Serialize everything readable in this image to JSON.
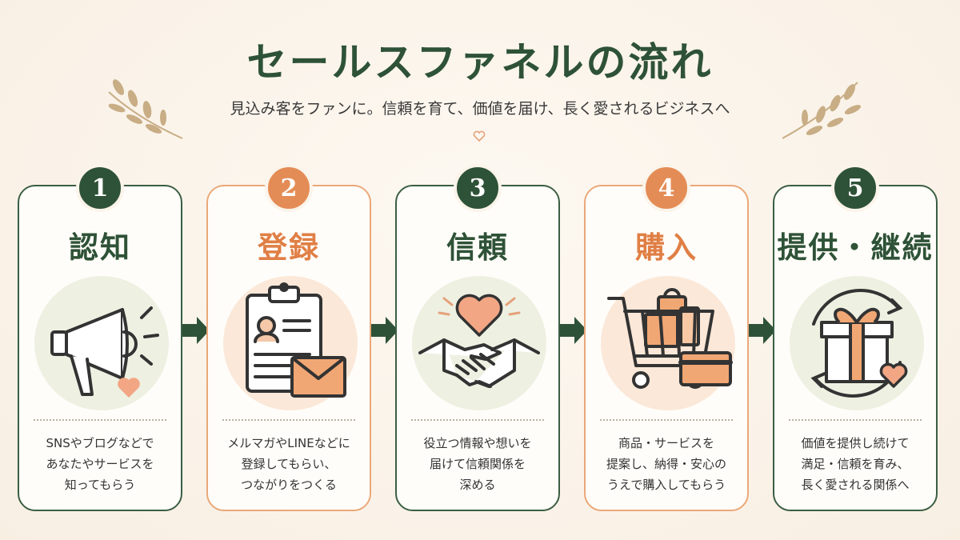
{
  "header": {
    "title": "セールスファネルの流れ",
    "subtitle": "見込み客をファンに。信頼を育て、価値を届け、長く愛されるビジネスへ"
  },
  "colors": {
    "green": "#2e5237",
    "orange": "#e48c55",
    "light_green_circle": "#eef0e2",
    "light_orange_circle": "#fbe8d8"
  },
  "steps": [
    {
      "number": "1",
      "title": "認知",
      "icon": "megaphone-icon",
      "theme": "green",
      "desc": [
        "SNSやブログなどで",
        "あなたやサービスを",
        "知ってもらう"
      ]
    },
    {
      "number": "2",
      "title": "登録",
      "icon": "clipboard-envelope-icon",
      "theme": "orange",
      "desc": [
        "メルマガやLINEなどに",
        "登録してもらい、",
        "つながりをつくる"
      ]
    },
    {
      "number": "3",
      "title": "信頼",
      "icon": "handshake-heart-icon",
      "theme": "green",
      "desc": [
        "役立つ情報や想いを",
        "届けて信頼関係を",
        "深める"
      ]
    },
    {
      "number": "4",
      "title": "購入",
      "icon": "shopping-cart-icon",
      "theme": "orange",
      "desc": [
        "商品・サービスを",
        "提案し、納得・安心の",
        "うえで購入してもらう"
      ]
    },
    {
      "number": "5",
      "title": "提供・継続",
      "icon": "gift-cycle-icon",
      "theme": "green",
      "desc": [
        "価値を提供し続けて",
        "満足・信頼を育み、",
        "長く愛される関係へ"
      ]
    }
  ]
}
